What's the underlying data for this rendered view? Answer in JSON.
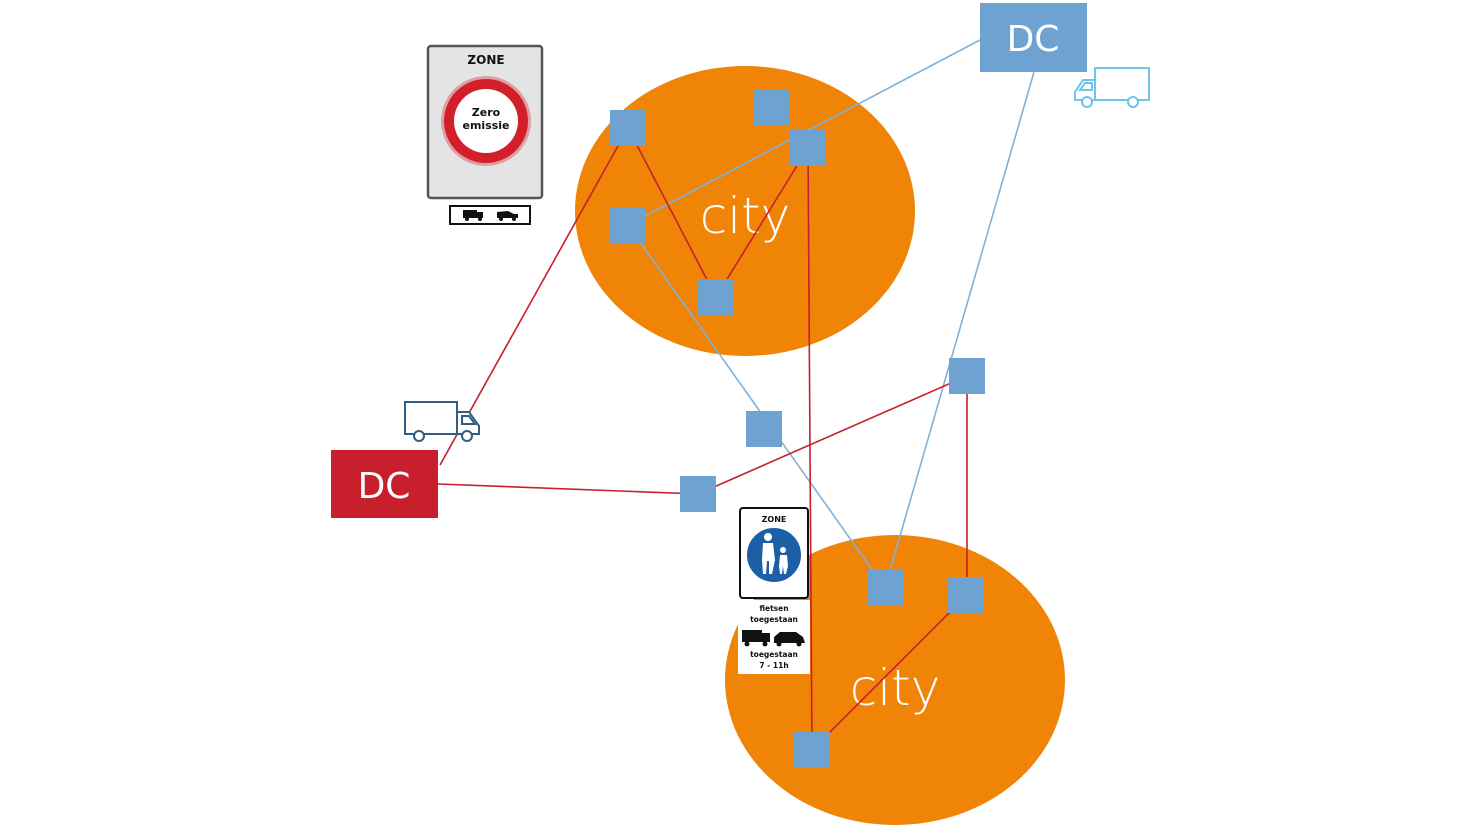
{
  "colors": {
    "city_fill": "#ef8407",
    "stop_fill": "#6ea3d1",
    "dc_blue": "#6ea3d1",
    "dc_red": "#c71f2c",
    "route_red": "#c71f2c",
    "route_blue": "#7fb2d8",
    "truck_dark": "#2e5d86",
    "truck_light": "#6ec4e8",
    "sign_red": "#d21f2b",
    "sign_blue": "#1d5fa7"
  },
  "cities": [
    {
      "label": "city"
    },
    {
      "label": "city"
    }
  ],
  "depots": {
    "blue": {
      "label": "DC"
    },
    "red": {
      "label": "DC"
    }
  },
  "signs": {
    "zero_emission": {
      "header": "ZONE",
      "line1": "Zero",
      "line2": "emissie"
    },
    "pedestrian": {
      "header": "ZONE",
      "line1": "fietsen",
      "line2": "toegestaan",
      "line3": "toegestaan",
      "line4": "7 - 11h"
    }
  },
  "icons": {
    "truck_blue_dc": "delivery-truck-icon",
    "truck_red_dc": "delivery-truck-icon",
    "pedestrian": "pedestrian-icon"
  }
}
